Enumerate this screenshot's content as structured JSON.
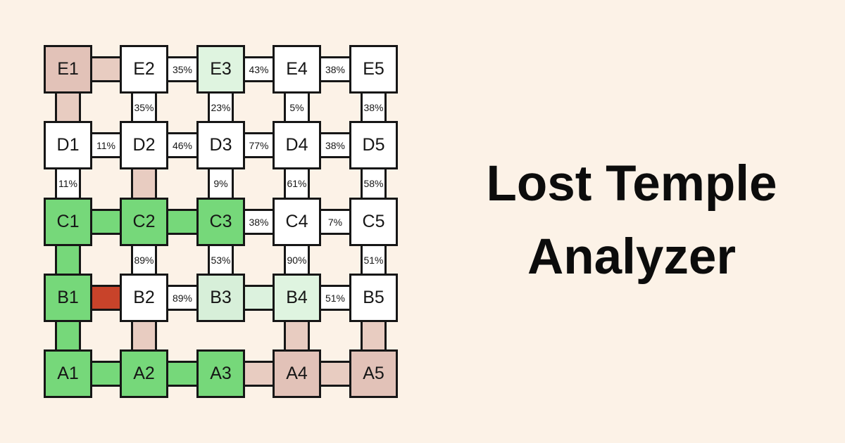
{
  "title": "Lost Temple Analyzer",
  "colors": {
    "background": "#fcf2e7",
    "outline": "#161616",
    "node_green": "#76d87a",
    "node_lightgreen": "#d7efd9",
    "node_palegreen": "#dff4e0",
    "node_pink": "#e2c2b8",
    "edge_pink": "#e8ccc1",
    "edge_red": "#c8432a",
    "edge_lightgreen": "#dcf2de",
    "edge_white": "#ffffff"
  },
  "grid": {
    "rows": [
      "E",
      "D",
      "C",
      "B",
      "A"
    ],
    "cols": [
      "1",
      "2",
      "3",
      "4",
      "5"
    ],
    "nodes": [
      {
        "id": "E1",
        "label": "E1",
        "class": "node n-pink"
      },
      {
        "id": "E2",
        "label": "E2",
        "class": "node n-white"
      },
      {
        "id": "E3",
        "label": "E3",
        "class": "node n-palegreen"
      },
      {
        "id": "E4",
        "label": "E4",
        "class": "node n-white"
      },
      {
        "id": "E5",
        "label": "E5",
        "class": "node n-white"
      },
      {
        "id": "D1",
        "label": "D1",
        "class": "node n-white"
      },
      {
        "id": "D2",
        "label": "D2",
        "class": "node n-white"
      },
      {
        "id": "D3",
        "label": "D3",
        "class": "node n-white"
      },
      {
        "id": "D4",
        "label": "D4",
        "class": "node n-white"
      },
      {
        "id": "D5",
        "label": "D5",
        "class": "node n-white"
      },
      {
        "id": "C1",
        "label": "C1",
        "class": "node n-green"
      },
      {
        "id": "C2",
        "label": "C2",
        "class": "node n-green"
      },
      {
        "id": "C3",
        "label": "C3",
        "class": "node n-green"
      },
      {
        "id": "C4",
        "label": "C4",
        "class": "node n-white"
      },
      {
        "id": "C5",
        "label": "C5",
        "class": "node n-white"
      },
      {
        "id": "B1",
        "label": "B1",
        "class": "node n-green"
      },
      {
        "id": "B2",
        "label": "B2",
        "class": "node n-white"
      },
      {
        "id": "B3",
        "label": "B3",
        "class": "node n-lightgreen"
      },
      {
        "id": "B4",
        "label": "B4",
        "class": "node n-palegreen"
      },
      {
        "id": "B5",
        "label": "B5",
        "class": "node n-white"
      },
      {
        "id": "A1",
        "label": "A1",
        "class": "node n-green"
      },
      {
        "id": "A2",
        "label": "A2",
        "class": "node n-green"
      },
      {
        "id": "A3",
        "label": "A3",
        "class": "node n-green"
      },
      {
        "id": "A4",
        "label": "A4",
        "class": "node n-pink"
      },
      {
        "id": "A5",
        "label": "A5",
        "class": "node n-pink"
      }
    ],
    "edges": [
      {
        "id": "E1-E2",
        "label": "",
        "class": "edge e-pink"
      },
      {
        "id": "E2-E3",
        "label": "35%",
        "class": "edge e-white"
      },
      {
        "id": "E3-E4",
        "label": "43%",
        "class": "edge e-white"
      },
      {
        "id": "E4-E5",
        "label": "38%",
        "class": "edge e-white"
      },
      {
        "id": "E1-D1",
        "label": "",
        "class": "edge e-pink"
      },
      {
        "id": "E2-D2",
        "label": "35%",
        "class": "edge e-white"
      },
      {
        "id": "E3-D3",
        "label": "23%",
        "class": "edge e-white"
      },
      {
        "id": "E4-D4",
        "label": "5%",
        "class": "edge e-white"
      },
      {
        "id": "E5-D5",
        "label": "38%",
        "class": "edge e-white"
      },
      {
        "id": "D1-D2",
        "label": "11%",
        "class": "edge e-white"
      },
      {
        "id": "D2-D3",
        "label": "46%",
        "class": "edge e-white"
      },
      {
        "id": "D3-D4",
        "label": "77%",
        "class": "edge e-white"
      },
      {
        "id": "D4-D5",
        "label": "38%",
        "class": "edge e-white"
      },
      {
        "id": "D1-C1",
        "label": "11%",
        "class": "edge e-white"
      },
      {
        "id": "D2-C2",
        "label": "",
        "class": "edge e-pink"
      },
      {
        "id": "D3-C3",
        "label": "9%",
        "class": "edge e-white"
      },
      {
        "id": "D4-C4",
        "label": "61%",
        "class": "edge e-white"
      },
      {
        "id": "D5-C5",
        "label": "58%",
        "class": "edge e-white"
      },
      {
        "id": "C1-C2",
        "label": "",
        "class": "edge e-green"
      },
      {
        "id": "C2-C3",
        "label": "",
        "class": "edge e-green"
      },
      {
        "id": "C3-C4",
        "label": "38%",
        "class": "edge e-white"
      },
      {
        "id": "C4-C5",
        "label": "7%",
        "class": "edge e-white"
      },
      {
        "id": "C1-B1",
        "label": "",
        "class": "edge e-green"
      },
      {
        "id": "C2-B2",
        "label": "89%",
        "class": "edge e-white"
      },
      {
        "id": "C3-B3",
        "label": "53%",
        "class": "edge e-white"
      },
      {
        "id": "C4-B4",
        "label": "90%",
        "class": "edge e-white"
      },
      {
        "id": "C5-B5",
        "label": "51%",
        "class": "edge e-white"
      },
      {
        "id": "B1-B2",
        "label": "",
        "class": "edge e-red"
      },
      {
        "id": "B2-B3",
        "label": "89%",
        "class": "edge e-white"
      },
      {
        "id": "B3-B4",
        "label": "",
        "class": "edge e-lgreen"
      },
      {
        "id": "B4-B5",
        "label": "51%",
        "class": "edge e-white"
      },
      {
        "id": "B1-A1",
        "label": "",
        "class": "edge e-green"
      },
      {
        "id": "B2-A2",
        "label": "",
        "class": "edge e-pink"
      },
      {
        "id": "B4-A4",
        "label": "",
        "class": "edge e-pink"
      },
      {
        "id": "B5-A5",
        "label": "",
        "class": "edge e-pink"
      },
      {
        "id": "A1-A2",
        "label": "",
        "class": "edge e-green"
      },
      {
        "id": "A2-A3",
        "label": "",
        "class": "edge e-green"
      },
      {
        "id": "A3-A4",
        "label": "",
        "class": "edge e-pink"
      },
      {
        "id": "A4-A5",
        "label": "",
        "class": "edge e-pink"
      }
    ],
    "missing_connections": [
      "B3-A3"
    ]
  }
}
